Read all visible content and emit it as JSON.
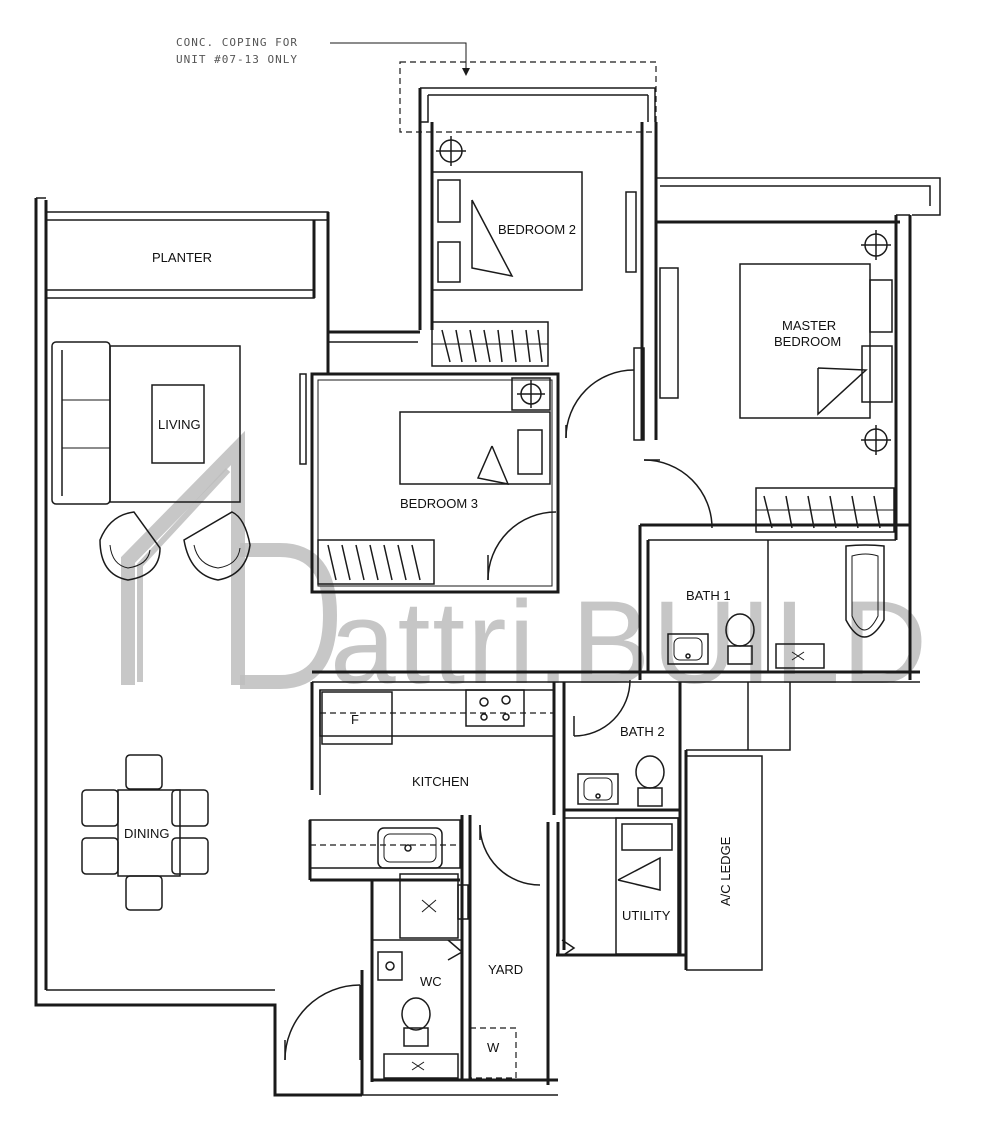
{
  "note": {
    "line1": "CONC. COPING FOR",
    "line2": "UNIT #07-13 ONLY"
  },
  "rooms": {
    "planter": "PLANTER",
    "bedroom2": "BEDROOM 2",
    "master_line1": "MASTER",
    "master_line2": "BEDROOM",
    "living": "LIVING",
    "bedroom3": "BEDROOM 3",
    "bath1": "BATH 1",
    "bath2": "BATH 2",
    "kitchen": "KITCHEN",
    "dining": "DINING",
    "wc": "WC",
    "yard": "YARD",
    "utility": "UTILITY",
    "ac_ledge": "A/C LEDGE"
  },
  "fixtures": {
    "fridge": "F",
    "washer": "W"
  },
  "watermark": "attri.BUILD",
  "colors": {
    "line": "#1a1a1a",
    "watermark": "#bdbdbd"
  }
}
